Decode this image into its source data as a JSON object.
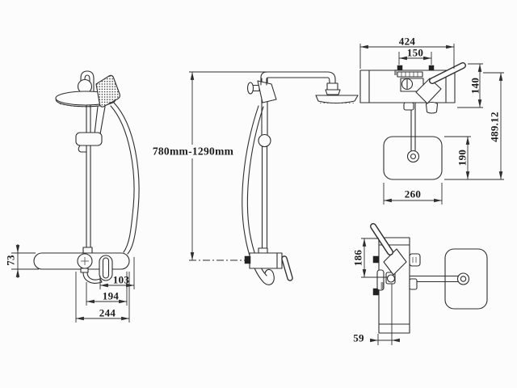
{
  "page": {
    "background": "#fcfcfc",
    "line_color": "#2e2e2e",
    "text_color": "#1c1c1c"
  },
  "views": {
    "front": {
      "title": "front-view-shower-column",
      "dims": {
        "body_height": "73",
        "spout_offset": "103",
        "handle_span": "194",
        "body_width": "244"
      }
    },
    "side": {
      "title": "side-view-shower-column",
      "dims": {
        "height_range": "780mm-1290mm"
      }
    },
    "plan_upper": {
      "title": "top-view-upper",
      "dims": {
        "bar_width": "424",
        "inlet_spacing": "150",
        "handle_depth": "140",
        "overall_depth": "489.12",
        "head_depth": "190",
        "head_width": "260"
      }
    },
    "plan_lower": {
      "title": "top-view-lower",
      "dims": {
        "body_length": "186",
        "wall_offset": "59"
      }
    }
  }
}
